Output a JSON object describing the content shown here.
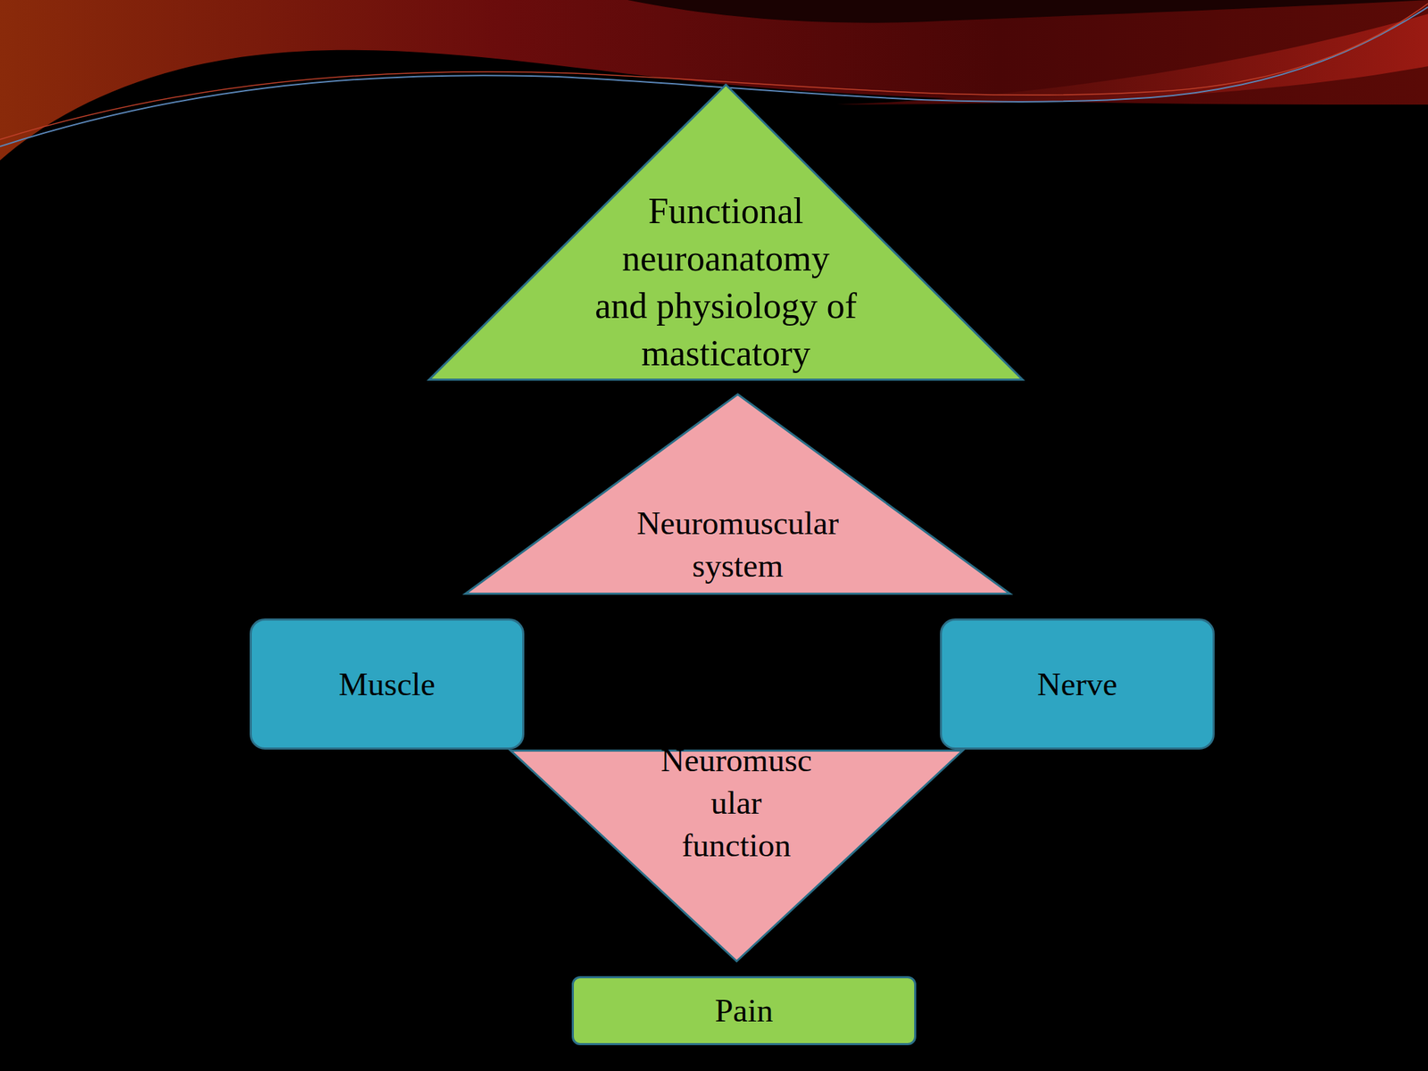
{
  "diagram": {
    "nodes": [
      {
        "text": [
          "Functional neuroanatomy and physiology of masticatory"
        ]
      },
      {
        "text": [
          "Neuromuscular system"
        ]
      },
      {
        "text": [
          "Muscle"
        ]
      },
      {
        "text": [
          "Nerve"
        ]
      },
      {
        "text": [
          "Neuromusc ular function"
        ]
      },
      {
        "text": [
          "Pain"
        ]
      }
    ]
  }
}
